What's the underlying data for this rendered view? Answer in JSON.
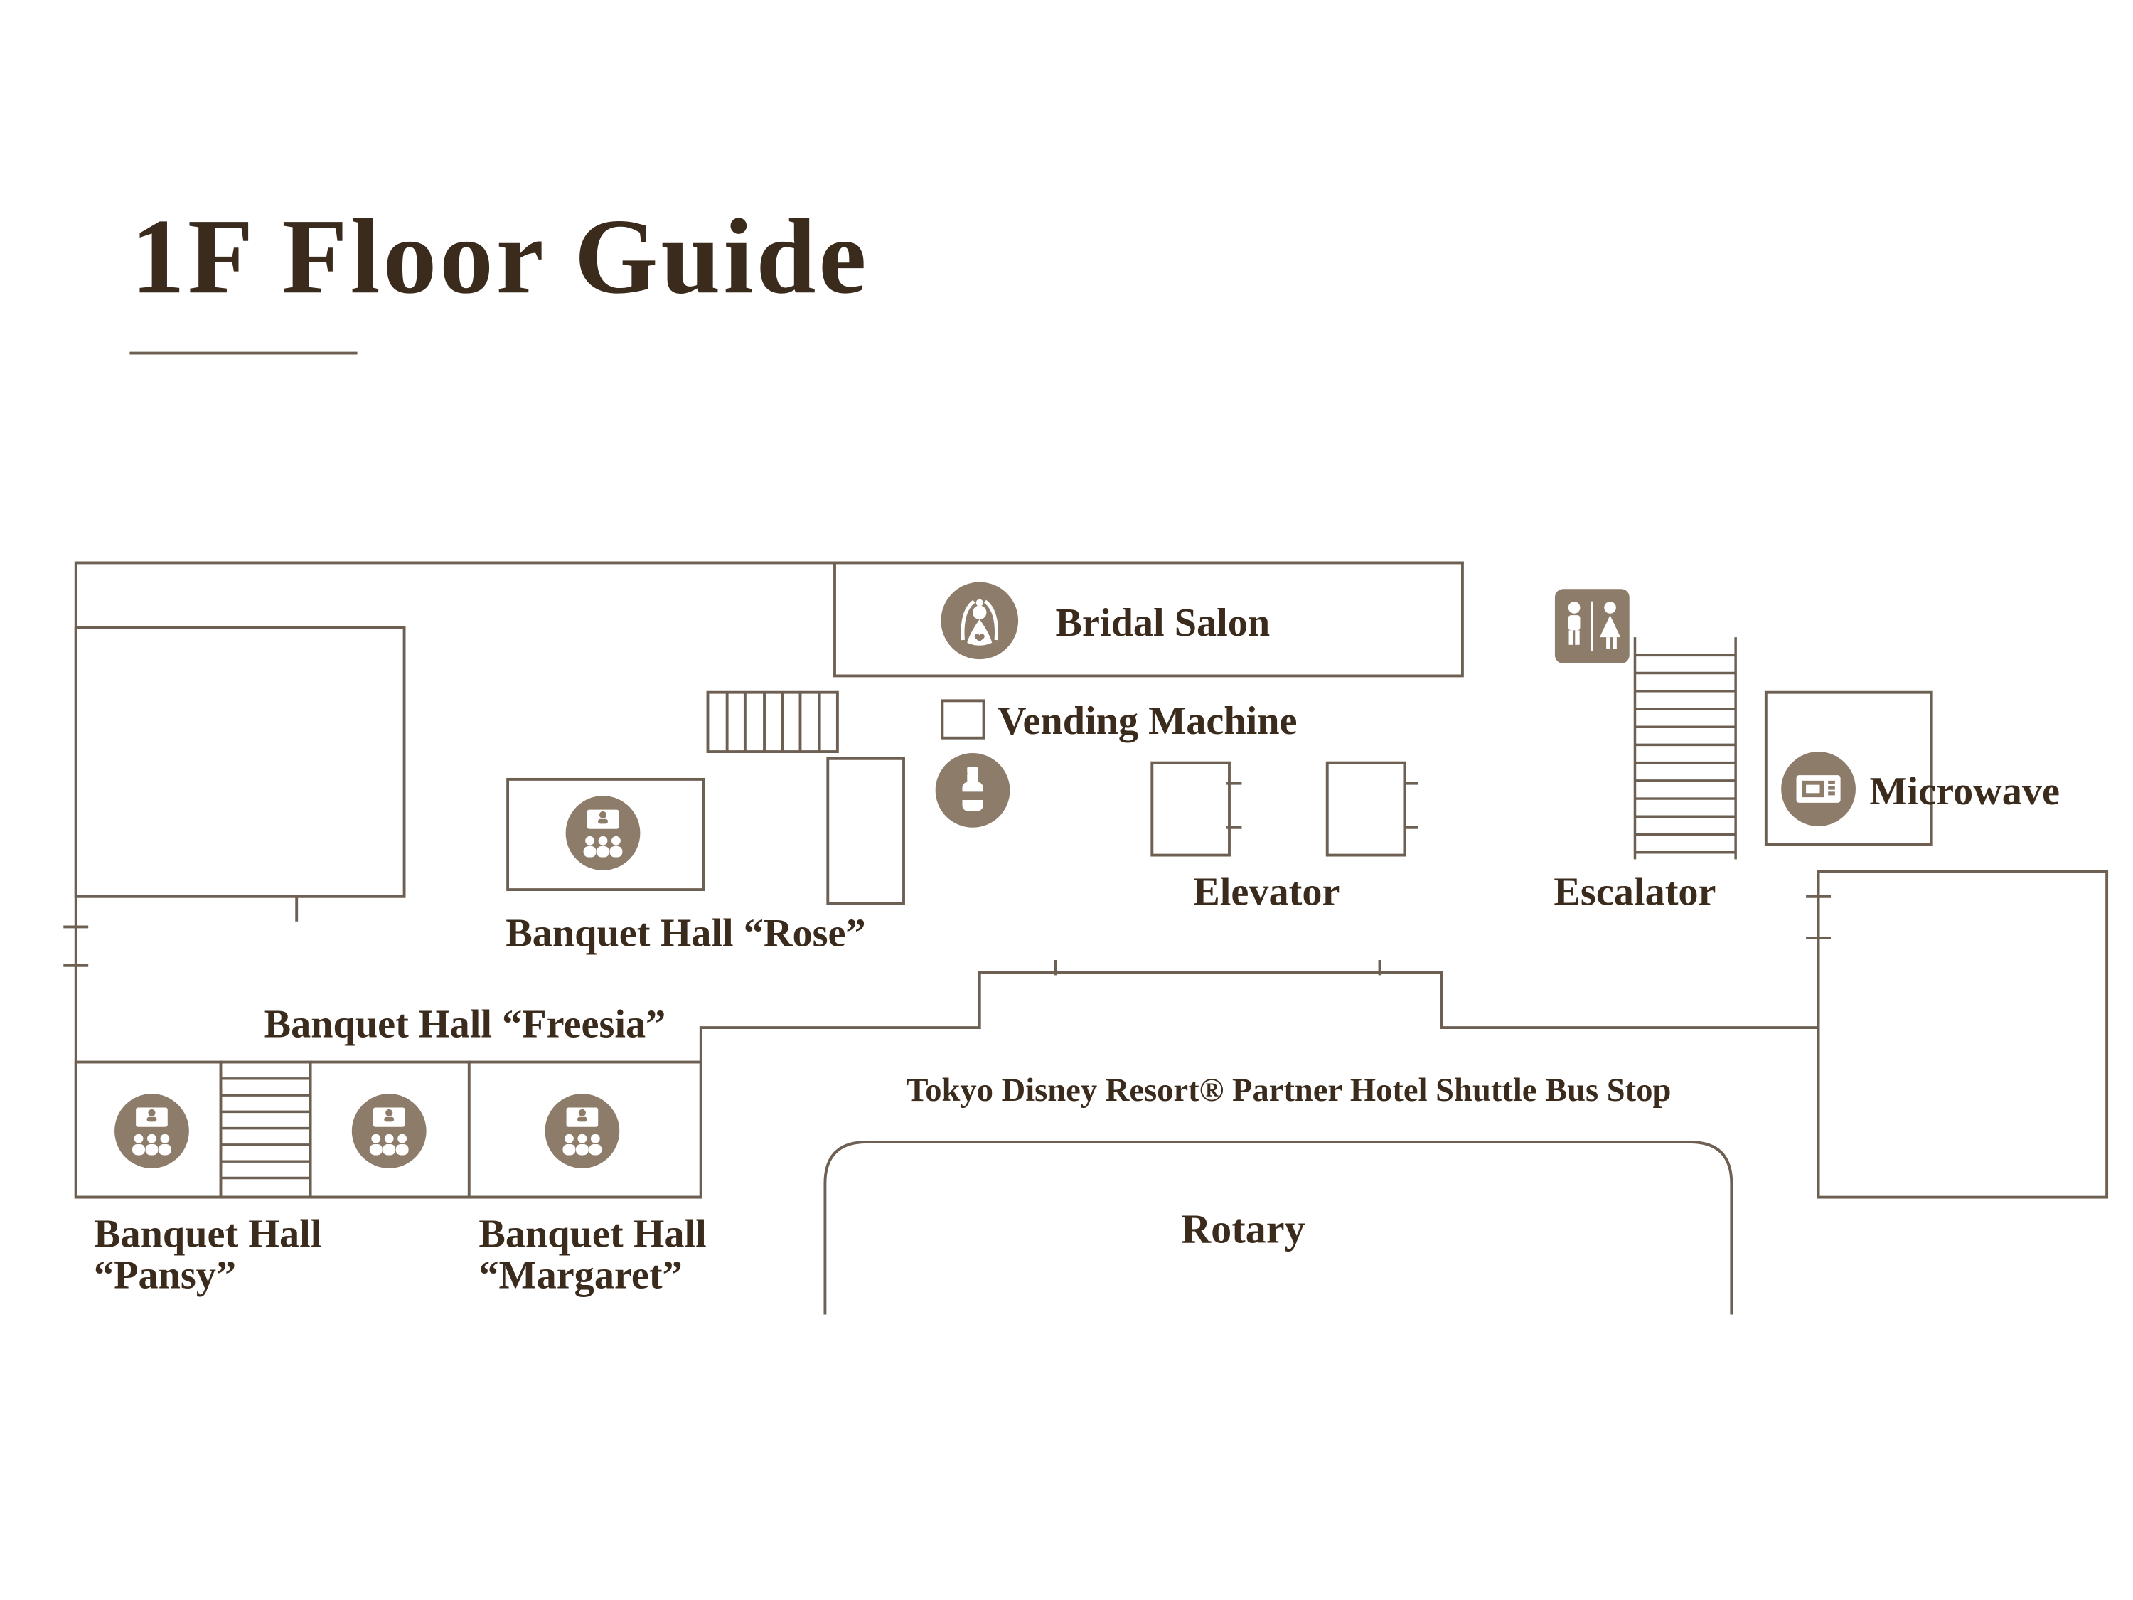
{
  "title": "1F Floor Guide",
  "colors": {
    "bg": "#ffffff",
    "line": "#6d6053",
    "icon": "#8d7c6a",
    "text": "#3b2b1d"
  },
  "rooms": {
    "bridal_salon": "Bridal Salon",
    "banquet_rose": "Banquet Hall “Rose”",
    "banquet_freesia": "Banquet Hall “Freesia”",
    "banquet_pansy_line1": "Banquet Hall",
    "banquet_pansy_line2": "“Pansy”",
    "banquet_margaret_line1": "Banquet Hall",
    "banquet_margaret_line2": "“Margaret”"
  },
  "facilities": {
    "vending_machine": "Vending Machine",
    "elevator": "Elevator",
    "escalator": "Escalator",
    "microwave": "Microwave",
    "rotary": "Rotary",
    "shuttle_bus_stop": "Tokyo Disney Resort® Partner Hotel Shuttle Bus Stop"
  },
  "icons": {
    "bridal": "bride-icon",
    "restroom": "restroom-icon",
    "vending_symbol": "square-outline-icon",
    "vending_bottle": "bottle-icon",
    "banquet": "presentation-audience-icon",
    "microwave": "microwave-icon",
    "stairs": "stairs-hatch",
    "escalator_symbol": "stairs-hatch"
  }
}
